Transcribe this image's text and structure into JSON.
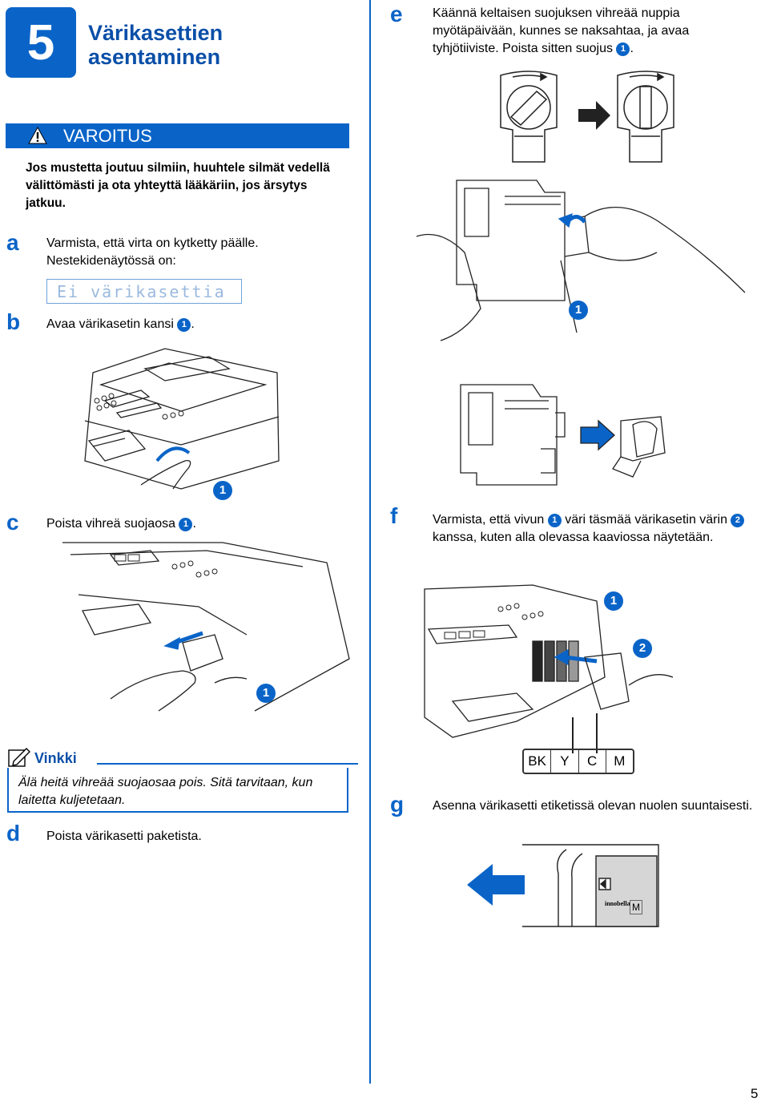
{
  "step": {
    "number": "5",
    "title": "Värikasettien asentaminen"
  },
  "warning": {
    "label": "VAROITUS",
    "text": "Jos mustetta joutuu silmiin, huuhtele silmät vedellä välittömästi ja ota yhteyttä lääkäriin, jos ärsytys jatkuu."
  },
  "steps": {
    "a": {
      "letter": "a",
      "line1": "Varmista, että virta on kytketty päälle.",
      "line2": "Nestekidenäytössä on:",
      "lcd": "Ei värikasettia"
    },
    "b": {
      "letter": "b",
      "text": "Avaa värikasetin kansi",
      "ref": "1",
      "end": "."
    },
    "c": {
      "letter": "c",
      "text": "Poista vihreä suojaosa",
      "ref": "1",
      "end": "."
    },
    "d": {
      "letter": "d",
      "text": "Poista värikasetti paketista."
    },
    "e": {
      "letter": "e",
      "text": "Käännä keltaisen suojuksen vihreää nuppia myötäpäivään, kunnes se naksahtaa, ja avaa tyhjötiiviste. Poista sitten suojus",
      "ref": "1",
      "end": "."
    },
    "f": {
      "letter": "f",
      "t1": "Varmista, että vivun",
      "ref1": "1",
      "t2": "väri täsmää värikasetin värin",
      "ref2": "2",
      "t3": "kanssa, kuten alla olevassa kaaviossa näytetään."
    },
    "g": {
      "letter": "g",
      "text": "Asenna värikasetti etiketissä olevan nuolen suuntaisesti."
    }
  },
  "note": {
    "label": "Vinkki",
    "text": "Älä heitä vihreää suojaosaa pois. Sitä tarvitaan, kun laitetta kuljetetaan."
  },
  "callouts": {
    "one": "1",
    "two": "2"
  },
  "color_labels": [
    "BK",
    "Y",
    "C",
    "M"
  ],
  "cartridge_brand": "innobella",
  "cartridge_color": "M",
  "page_number": "5",
  "colors": {
    "accent": "#0a64c8",
    "line_art": "#222222"
  }
}
